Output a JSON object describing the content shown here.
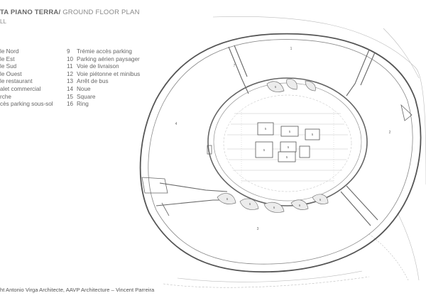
{
  "header": {
    "title_bold": "TA PIANO TERRA/",
    "title_light": "GROUND FLOOR PLAN",
    "subtitle": "LL"
  },
  "legend_left": [
    {
      "label": "le Nord"
    },
    {
      "label": "le Est"
    },
    {
      "label": "le Sud"
    },
    {
      "label": "le Ouest"
    },
    {
      "label": "le restaurant"
    },
    {
      "label": "alet commercial"
    },
    {
      "label": "rche"
    },
    {
      "label": "cès parking sous-sol"
    }
  ],
  "legend_right": [
    {
      "num": "9",
      "label": "Trémie accès parking"
    },
    {
      "num": "10",
      "label": "Parking aérien paysager"
    },
    {
      "num": "11",
      "label": "Voie de livraison"
    },
    {
      "num": "12",
      "label": "Voie piétonne et minibus"
    },
    {
      "num": "13",
      "label": "Arrêt de bus"
    },
    {
      "num": "14",
      "label": "Noue"
    },
    {
      "num": "15",
      "label": "Square"
    },
    {
      "num": "16",
      "label": "Ring"
    }
  ],
  "plan_labels": {
    "north": "1",
    "east": "2",
    "south": "3",
    "west": "4",
    "block_5": "5",
    "block_6": "6",
    "block_7": "7"
  },
  "credit": "ht Antonio Virga Architecte, AAVP Architecture – Vincent Parreira"
}
